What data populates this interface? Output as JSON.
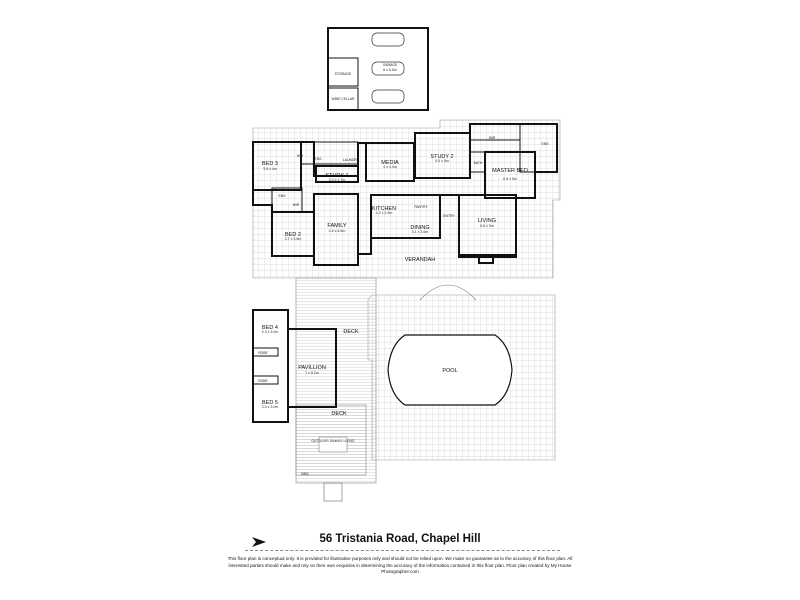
{
  "title": "56 Tristania Road, Chapel Hill",
  "disclaimer": "This floor plan is conceptual only. It is provided for illustrative purposes only and should not be relied upon. We make no guarantee as to the accuracy of this floor plan. All interested parties should make and rely on their own enquiries in determining the accuracy of the information contained in this floor plan. Floor plan created by My House Photographer.com",
  "icons": {
    "compass": "north-arrow-icon"
  },
  "rooms": {
    "garage": {
      "name": "GARAGE",
      "dim": "6 x 6.5m"
    },
    "storage": {
      "name": "STORAGE"
    },
    "wine_cellar": {
      "name": "WINE CELLAR"
    },
    "bed3": {
      "name": "BED 3",
      "dim": "3.8 x 4m"
    },
    "wir1": {
      "name": "WIR"
    },
    "ens1": {
      "name": "ENS"
    },
    "laundry": {
      "name": "LAUNDRY"
    },
    "study1": {
      "name": "STUDY 1",
      "dim": "3.3 x 1.7m"
    },
    "media": {
      "name": "MEDIA",
      "dim": "4 x 4.4m"
    },
    "study2": {
      "name": "STUDY 2",
      "dim": "5.5 x 5m"
    },
    "wir_master": {
      "name": "WIR"
    },
    "ens_master": {
      "name": "ENS"
    },
    "bath": {
      "name": "BATH"
    },
    "master": {
      "name": "MASTER BED",
      "dim": "6.8 x 5m"
    },
    "ens2": {
      "name": "ENS"
    },
    "wir2": {
      "name": "WIR"
    },
    "bed2": {
      "name": "BED 2",
      "dim": "3.7 x 3.8m"
    },
    "family": {
      "name": "FAMILY",
      "dim": "4.8 x 6.6m"
    },
    "kitchen": {
      "name": "KITCHEN",
      "dim": "4.2 x 2.5m"
    },
    "pantry": {
      "name": "PANTRY"
    },
    "dining": {
      "name": "DINING",
      "dim": "3.1 x 3.6m"
    },
    "entry": {
      "name": "ENTRY"
    },
    "living": {
      "name": "LIVING",
      "dim": "5.6 x 5m"
    },
    "verandah": {
      "name": "VERANDAH"
    },
    "bed4": {
      "name": "BED 4",
      "dim": "3.3 x 3.0m"
    },
    "robe1": {
      "name": "ROBE"
    },
    "robe2": {
      "name": "ROBE"
    },
    "bed5": {
      "name": "BED 5",
      "dim": "3.3 x 3.0m"
    },
    "pavilion": {
      "name": "PAVILLION",
      "dim": "7 x 5.2m"
    },
    "deck1": {
      "name": "DECK"
    },
    "deck2": {
      "name": "DECK"
    },
    "outdoor": {
      "name": "OUTDOOR DINING/ LIVING"
    },
    "bbq": {
      "name": "BBQ"
    },
    "pool": {
      "name": "POOL"
    }
  }
}
